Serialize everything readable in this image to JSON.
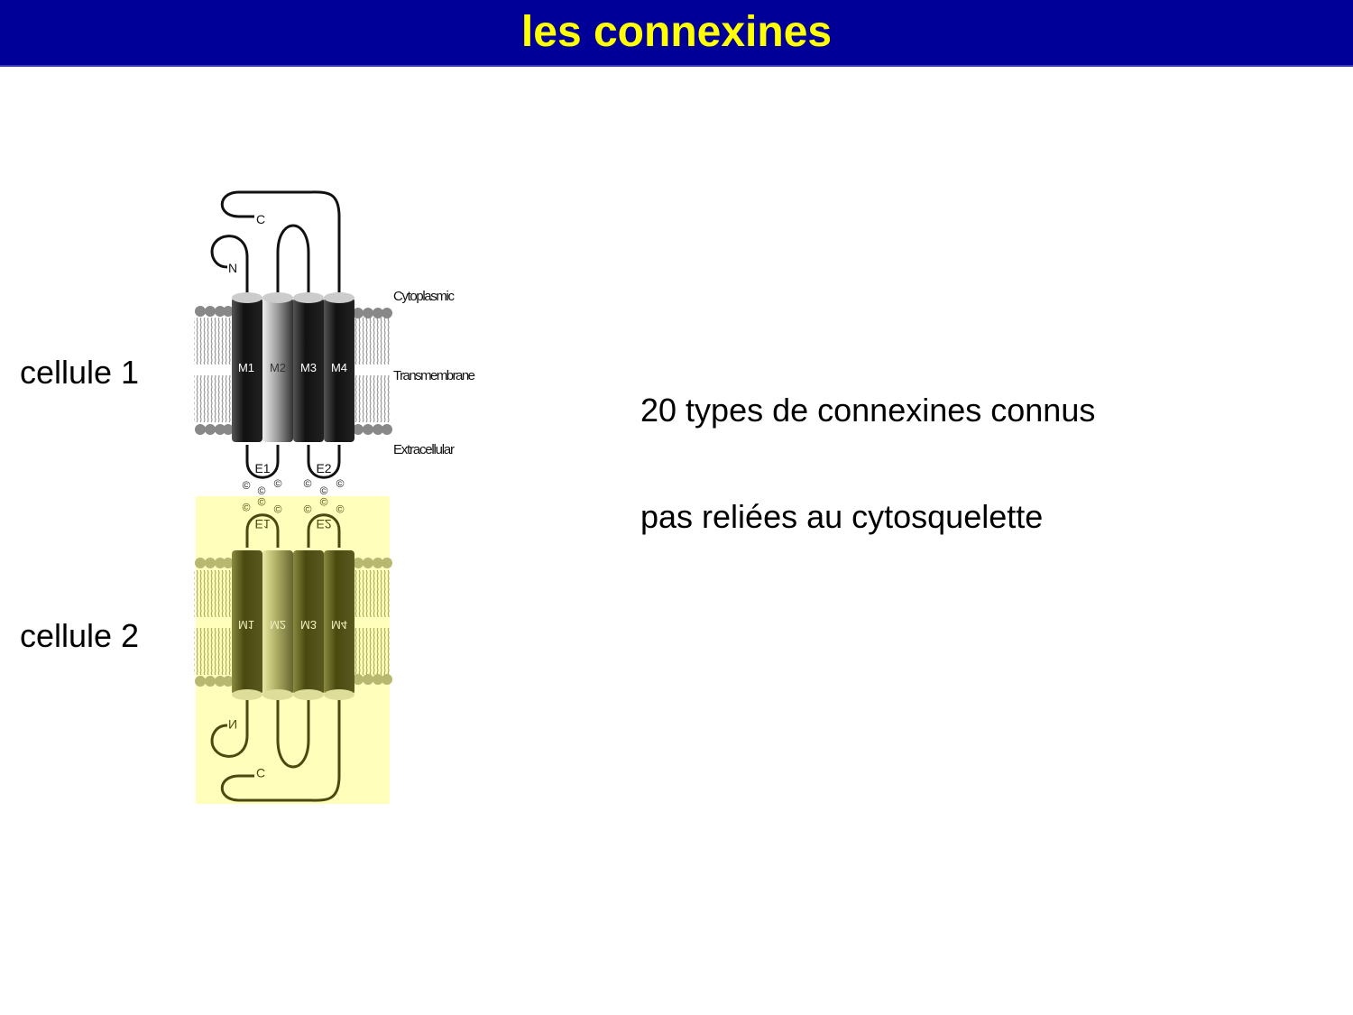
{
  "slide": {
    "title": "les connexines",
    "cell_labels": [
      "cellule 1",
      "cellule 2"
    ],
    "bullets": [
      "20 types de connexines connus",
      "pas reliées au cytosquelette"
    ]
  },
  "diagram": {
    "layer_labels": [
      "Cytoplasmic",
      "Transmembrane",
      "Extracellular"
    ],
    "segments": [
      "M1",
      "M2",
      "M3",
      "M4"
    ],
    "loops": [
      "E1",
      "E2"
    ],
    "termini": [
      "N",
      "C"
    ],
    "cysteine_symbol": "©",
    "colors": {
      "title_bg": "#000099",
      "title_text": "#ffff00",
      "cell2_bg": "#ffffbb"
    }
  }
}
